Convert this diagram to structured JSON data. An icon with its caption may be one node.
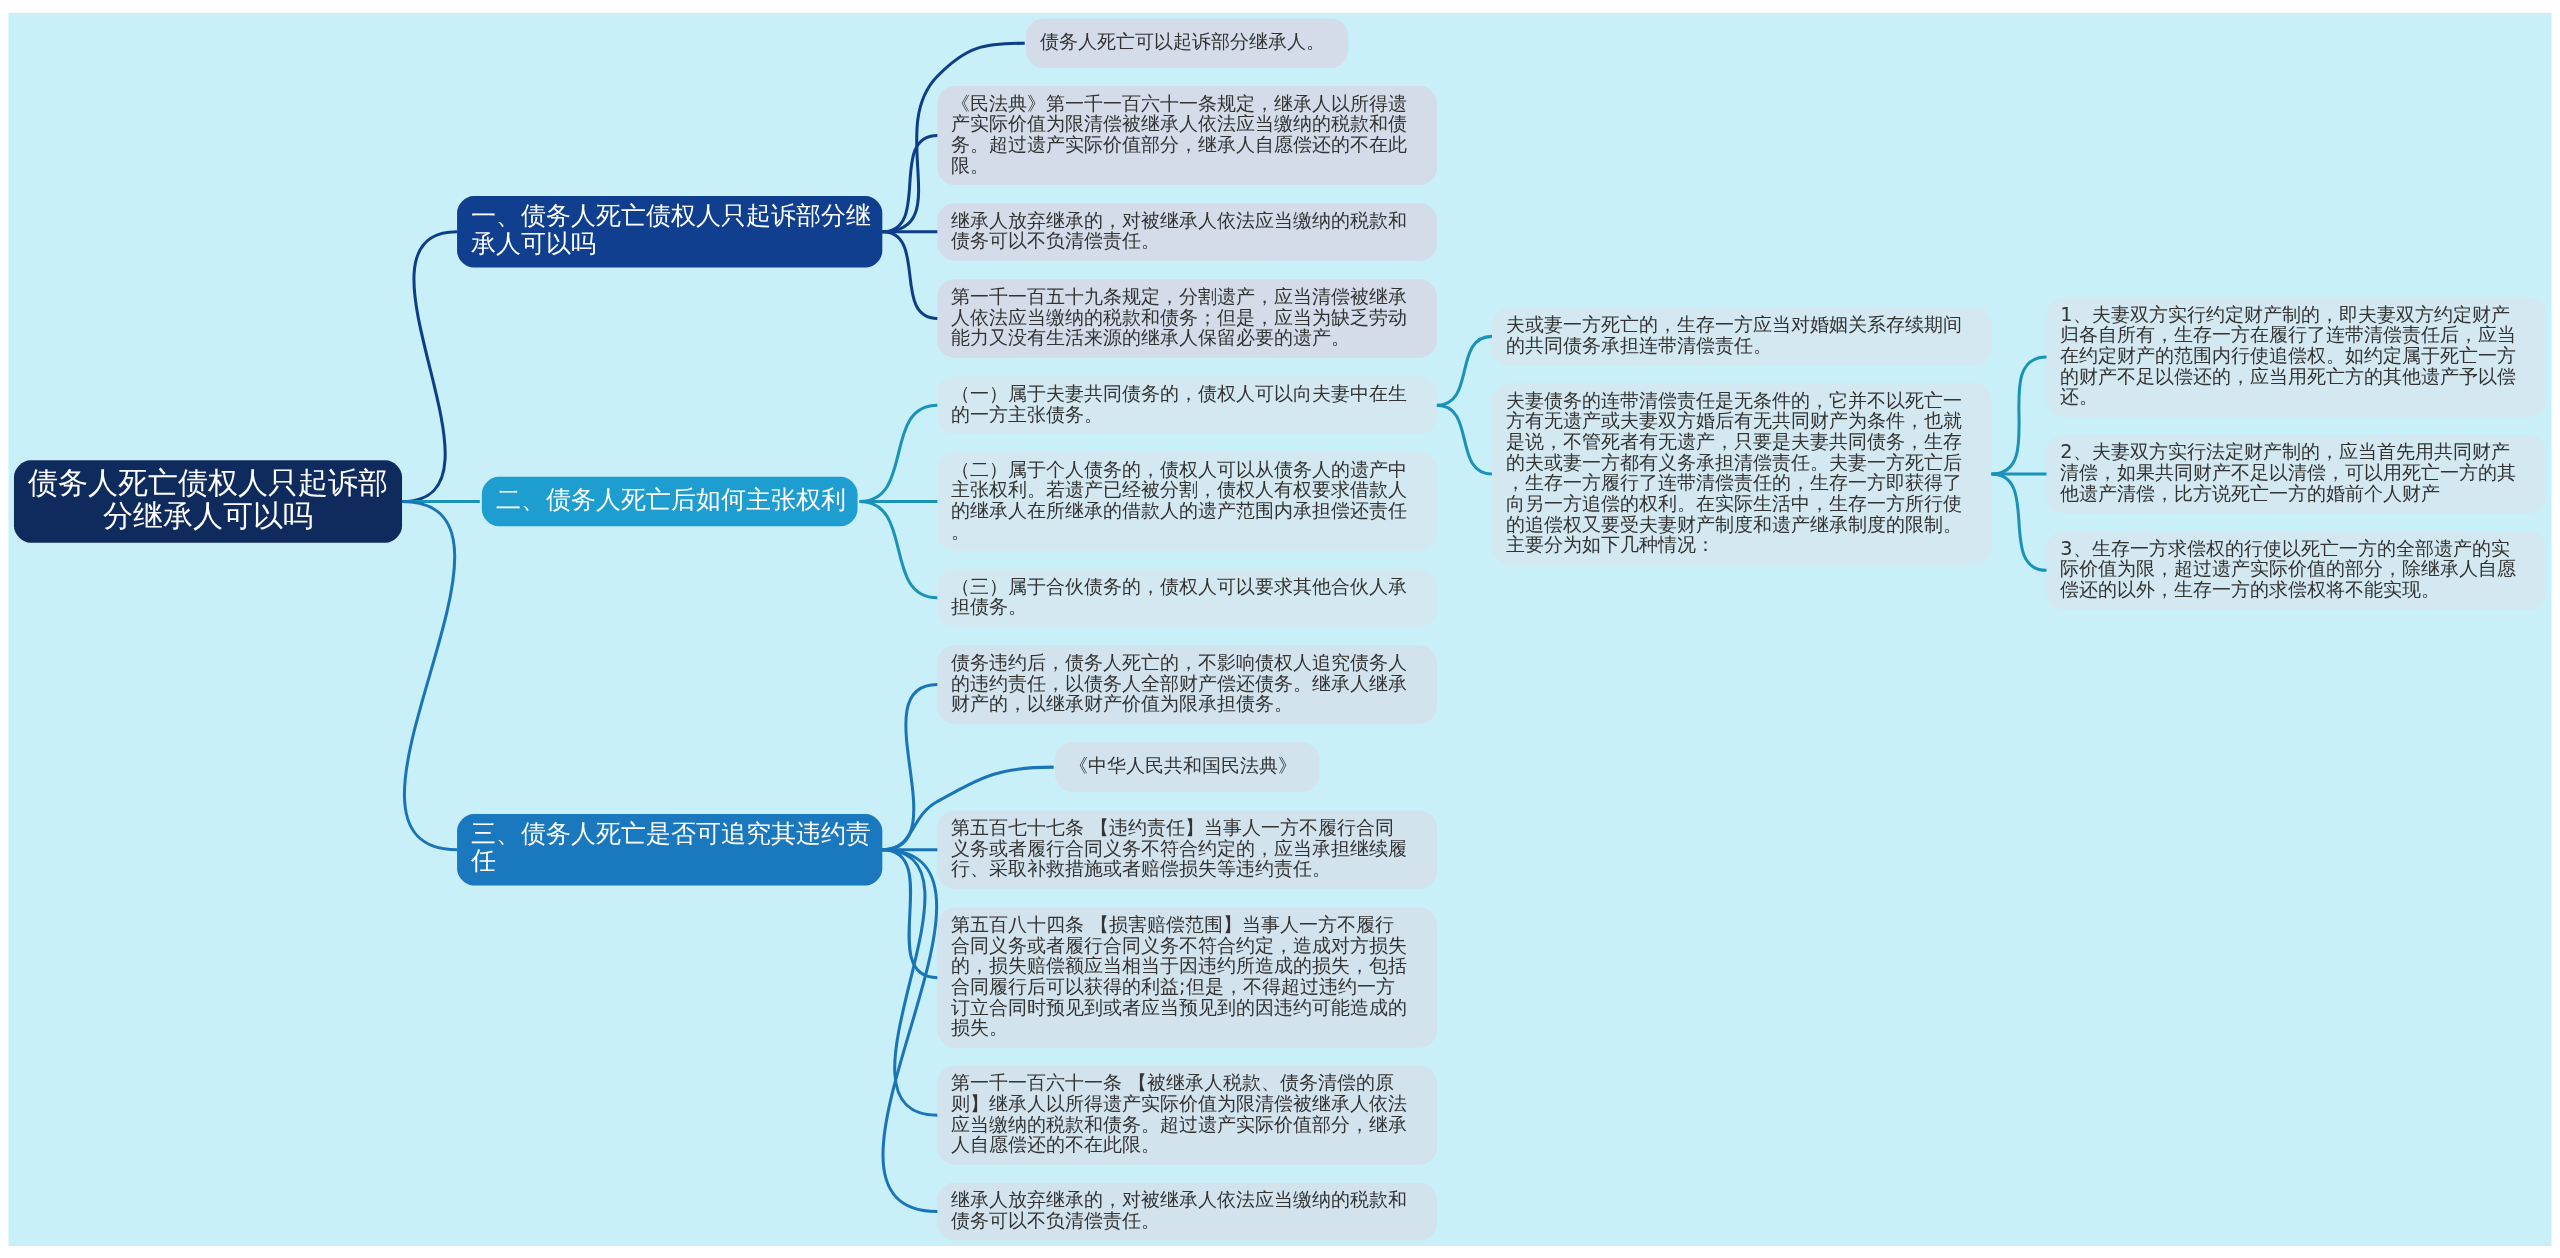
{
  "diagram": {
    "nodes": [
      {
        "text": [
          "债务人死亡债权人只起诉部分继承人可以吗"
        ]
      },
      {
        "text": [
          "一、债务人死亡债权人只起诉部分继承人可以吗"
        ]
      },
      {
        "text": [
          "债务人死亡可以起诉部分继承人。"
        ]
      },
      {
        "text": [
          "《民法典》第一千一百六十一条规定，继承人以所得遗产实际价值为限清偿被继承人依法应当缴纳的税款和债务。超过遗产实际价值部分，继承人自愿偿还的不在此限。"
        ]
      },
      {
        "text": [
          "继承人放弃继承的，对被继承人依法应当缴纳的税款和债务可以不负清偿责任。"
        ]
      },
      {
        "text": [
          "第一千一百五十九条规定，分割遗产，应当清偿被继承人依法应当缴纳的税款和债务；但是，应当为缺乏劳动能力又没有生活来源的继承人保留必要的遗产。"
        ]
      },
      {
        "text": [
          "二、债务人死亡后如何主张权利"
        ]
      },
      {
        "text": [
          "（一）属于夫妻共同债务的，债权人可以向夫妻中在生的一方主张债务。"
        ]
      },
      {
        "text": [
          "夫或妻一方死亡的，生存一方应当对婚姻关系存续期间的共同债务承担连带清偿责任。"
        ]
      },
      {
        "text": [
          "夫妻债务的连带清偿责任是无条件的，它并不以死亡一方有无遗产或夫妻双方婚后有无共同财产为条件，也就是说，不管死者有无遗产，只要是夫妻共同债务，生存的夫或妻一方都有义务承担清偿责任。夫妻一方死亡后，生存一方履行了连带清偿责任的，生存一方即获得了向另一方追偿的权利。在实际生活中，生存一方所行使的追偿权又要受夫妻财产制度和遗产继承制度的限制。主要分为如下几种情况："
        ]
      },
      {
        "text": [
          "1、夫妻双方实行约定财产制的，即夫妻双方约定财产归各自所有，生存一方在履行了连带清偿责任后，应当在约定财产的范围内行使追偿权。如约定属于死亡一方的财产不足以偿还的，应当用死亡方的其他遗产予以偿还。"
        ]
      },
      {
        "text": [
          "2、夫妻双方实行法定财产制的，应当首先用共同财产清偿，如果共同财产不足以清偿，可以用死亡一方的其他遗产清偿，比方说死亡一方的婚前个人财产"
        ]
      },
      {
        "text": [
          "3、生存一方求偿权的行使以死亡一方的全部遗产的实际价值为限，超过遗产实际价值的部分，除继承人自愿偿还的以外，生存一方的求偿权将不能实现。"
        ]
      },
      {
        "text": [
          "（二）属于个人债务的，债权人可以从债务人的遗产中主张权利。若遗产已经被分割，债权人有权要求借款人的继承人在所继承的借款人的遗产范围内承担偿还责任。"
        ]
      },
      {
        "text": [
          "（三）属于合伙债务的，债权人可以要求其他合伙人承担债务。"
        ]
      },
      {
        "text": [
          "三、债务人死亡是否可追究其违约责任"
        ]
      },
      {
        "text": [
          "债务违约后，债务人死亡的，不影响债权人追究债务人的违约责任，以债务人全部财产偿还债务。继承人继承财产的，以继承财产价值为限承担债务。"
        ]
      },
      {
        "text": [
          "《中华人民共和国民法典》"
        ]
      },
      {
        "text": [
          "第五百七十七条 【违约责任】当事人一方不履行合同义务或者履行合同义务不符合约定的，应当承担继续履行、采取补救措施或者赔偿损失等违约责任。"
        ]
      },
      {
        "text": [
          "第五百八十四条 【损害赔偿范围】当事人一方不履行合同义务或者履行合同义务不符合约定，造成对方损失的，损失赔偿额应当相当于因违约所造成的损失，包括合同履行后可以获得的利益;但是，不得超过违约一方订立合同时预见到或者应当预见到的因违约可能造成的损失。"
        ]
      },
      {
        "text": [
          "第一千一百六十一条 【被继承人税款、债务清偿的原则】继承人以所得遗产实际价值为限清偿被继承人依法应当缴纳的税款和债务。超过遗产实际价值部分，继承人自愿偿还的不在此限。"
        ]
      },
      {
        "text": [
          "继承人放弃继承的，对被继承人依法应当缴纳的税款和债务可以不负清偿责任。"
        ]
      }
    ],
    "edges": [
      {
        "from": 0,
        "to": 1,
        "arrow": "none",
        "color": "#0e3d8a"
      },
      {
        "from": 1,
        "to": 2,
        "arrow": "none",
        "color": "#0e3d8a"
      },
      {
        "from": 1,
        "to": 3,
        "arrow": "none",
        "color": "#0e3d8a"
      },
      {
        "from": 1,
        "to": 4,
        "arrow": "none",
        "color": "#0e3d8a"
      },
      {
        "from": 1,
        "to": 5,
        "arrow": "none",
        "color": "#0e3d8a"
      },
      {
        "from": 0,
        "to": 6,
        "arrow": "none"
      },
      {
        "from": 6,
        "to": 7,
        "arrow": "none"
      },
      {
        "from": 7,
        "to": 8,
        "arrow": "none"
      },
      {
        "from": 7,
        "to": 9,
        "arrow": "none"
      },
      {
        "from": 9,
        "to": 10,
        "arrow": "none"
      },
      {
        "from": 9,
        "to": 11,
        "arrow": "none"
      },
      {
        "from": 9,
        "to": 12,
        "arrow": "none"
      },
      {
        "from": 6,
        "to": 13,
        "arrow": "none"
      },
      {
        "from": 6,
        "to": 14,
        "arrow": "none"
      },
      {
        "from": 0,
        "to": 15,
        "arrow": "none",
        "color": "#1a74b8"
      },
      {
        "from": 15,
        "to": 16,
        "arrow": "none",
        "color": "#1a74b8"
      },
      {
        "from": 15,
        "to": 17,
        "arrow": "none",
        "color": "#1a74b8"
      },
      {
        "from": 15,
        "to": 18,
        "arrow": "none",
        "color": "#1a74b8"
      },
      {
        "from": 15,
        "to": 19,
        "arrow": "none",
        "color": "#1a74b8"
      },
      {
        "from": 15,
        "to": 20,
        "arrow": "none",
        "color": "#1a74b8"
      },
      {
        "from": 15,
        "to": 21,
        "arrow": "none",
        "color": "#1a74b8"
      }
    ]
  }
}
